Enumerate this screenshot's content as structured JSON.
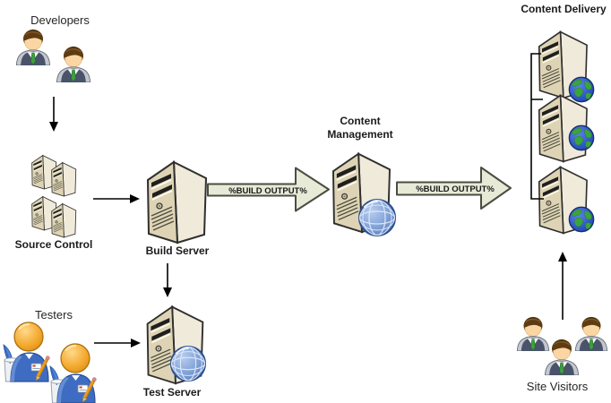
{
  "diagram": {
    "nodes": {
      "developers": {
        "label": "Developers",
        "icon": "people-suit-icon",
        "count": 2
      },
      "source_control": {
        "label": "Source Control",
        "icon": "server-rack-icon"
      },
      "build_server": {
        "label": "Build Server",
        "icon": "server-tower-icon"
      },
      "test_server": {
        "label": "Test Server",
        "icon": "server-wire-globe-icon"
      },
      "testers": {
        "label": "Testers",
        "icon": "people-tester-icon",
        "count": 2
      },
      "content_management": {
        "label": "Content Management",
        "icon": "server-wire-globe-icon"
      },
      "content_delivery": {
        "label": "Content Delivery",
        "icon": "server-earth-globe-icon",
        "count": 3
      },
      "site_visitors": {
        "label": "Site Visitors",
        "icon": "people-suit-icon",
        "count": 3
      }
    },
    "connectors": {
      "build_to_cm_label": "%BUILD OUTPUT%",
      "cm_to_cd_label": "%BUILD OUTPUT%",
      "plain_arrows": [
        "developers-to-source-control",
        "source-control-to-build-server",
        "build-server-to-test-server",
        "testers-to-test-server",
        "site-visitors-to-content-delivery"
      ]
    },
    "colors": {
      "background": "#ffffff",
      "outline": "#2f2f2f",
      "server_front": "#ded4b5",
      "server_side": "#f0eada",
      "block_arrow_fill": "#e7ead7",
      "block_arrow_stroke": "#4c4c42",
      "arrow_text": "#1a1a1a",
      "earth_ocean": "#2a52c4",
      "earth_land": "#3aa53a",
      "wire_globe": "#6f94cf",
      "person_vest": "#49536a",
      "person_tie": "#3f9f3f",
      "tester_head": "#f0a024",
      "tester_body": "#3e6cc2"
    }
  }
}
